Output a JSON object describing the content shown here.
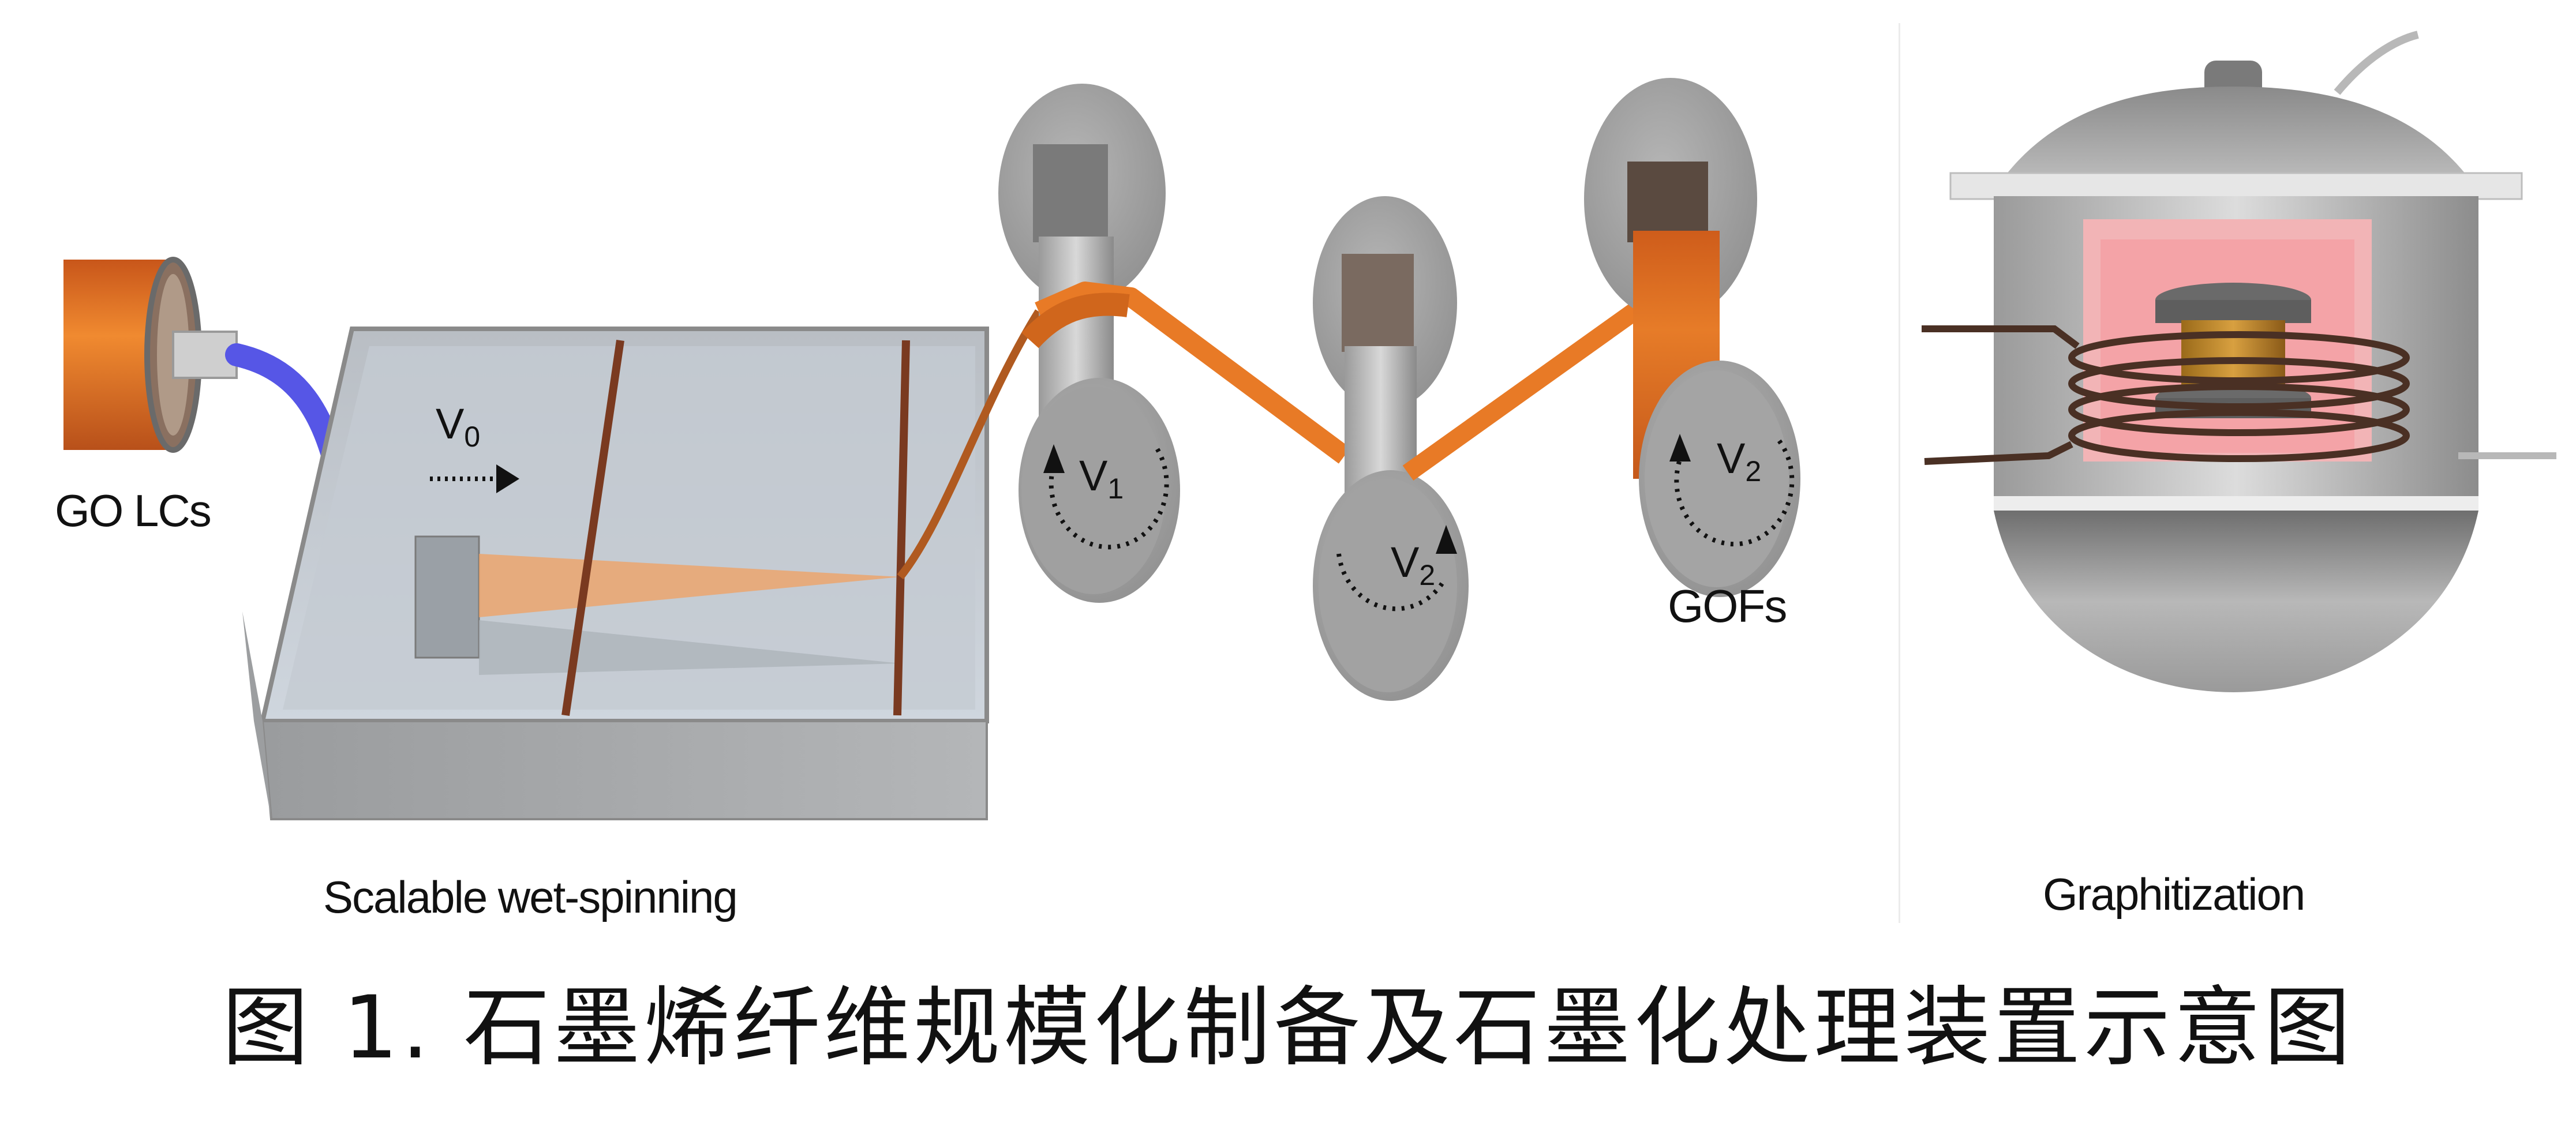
{
  "figure": {
    "labels": {
      "go_lcs": "GO LCs",
      "v0": "V",
      "v0_sub": "0",
      "v1": "V",
      "v1_sub": "1",
      "v2_middle": "V",
      "v2_middle_sub": "2",
      "v2_right": "V",
      "v2_right_sub": "2",
      "gofs": "GOFs",
      "wet_spinning": "Scalable wet-spinning",
      "graphitization": "Graphitization"
    },
    "colors": {
      "fiber_orange": "#e8731c",
      "tube_blue": "#5a5ae8",
      "roller_gray": "#a8a8a8",
      "furnace_pink": "#f4a6a8",
      "coil_brown": "#5a3a2a",
      "sample_gold": "#c8922a"
    }
  },
  "caption": "图 1. 石墨烯纤维规模化制备及石墨化处理装置示意图"
}
